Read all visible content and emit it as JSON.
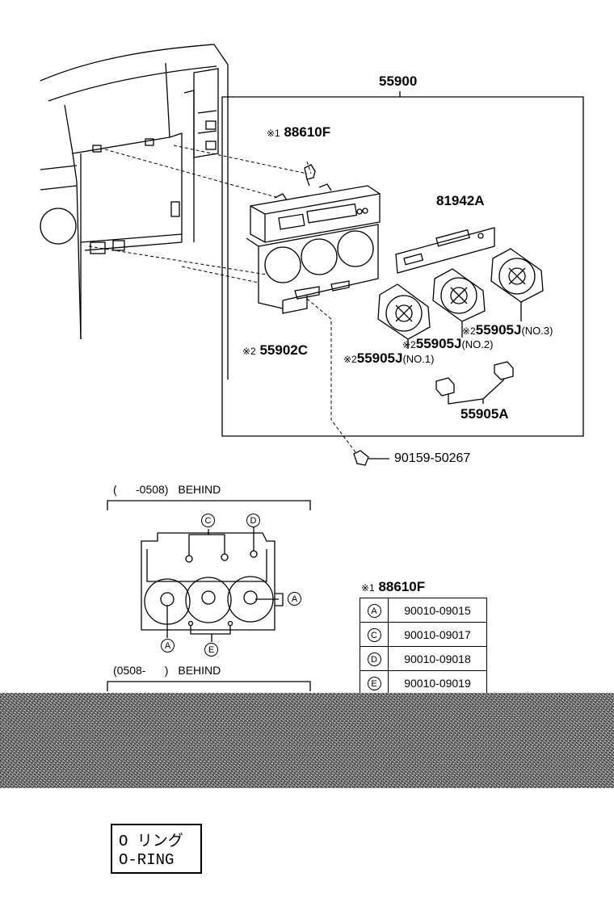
{
  "parts": {
    "assembly": "55900",
    "bulb": "88610F",
    "bulb_mark": "※1",
    "panel": "81942A",
    "housing": "55902C",
    "housing_mark": "※2",
    "knob_mark": "※2",
    "knob": "55905J",
    "knob_no1": "(NO.1)",
    "knob_no2": "(NO.2)",
    "knob_no3": "(NO.3)",
    "button": "55905A",
    "screw": "90159-50267"
  },
  "behind_top": {
    "range": "(      -0508)",
    "word": "BEHIND"
  },
  "behind_bottom": {
    "range": "(0508-      )",
    "word": "BEHIND"
  },
  "callouts": {
    "a": "A",
    "c": "C",
    "d": "D",
    "e": "E"
  },
  "table": {
    "title_mark": "※1",
    "title": "88610F",
    "rows": [
      {
        "key": "A",
        "value": "90010-09015"
      },
      {
        "key": "C",
        "value": "90010-09017"
      },
      {
        "key": "D",
        "value": "90010-09018"
      },
      {
        "key": "E",
        "value": "90010-09019"
      }
    ]
  },
  "legend": {
    "jp": "O  リング",
    "en": "O-RING"
  }
}
